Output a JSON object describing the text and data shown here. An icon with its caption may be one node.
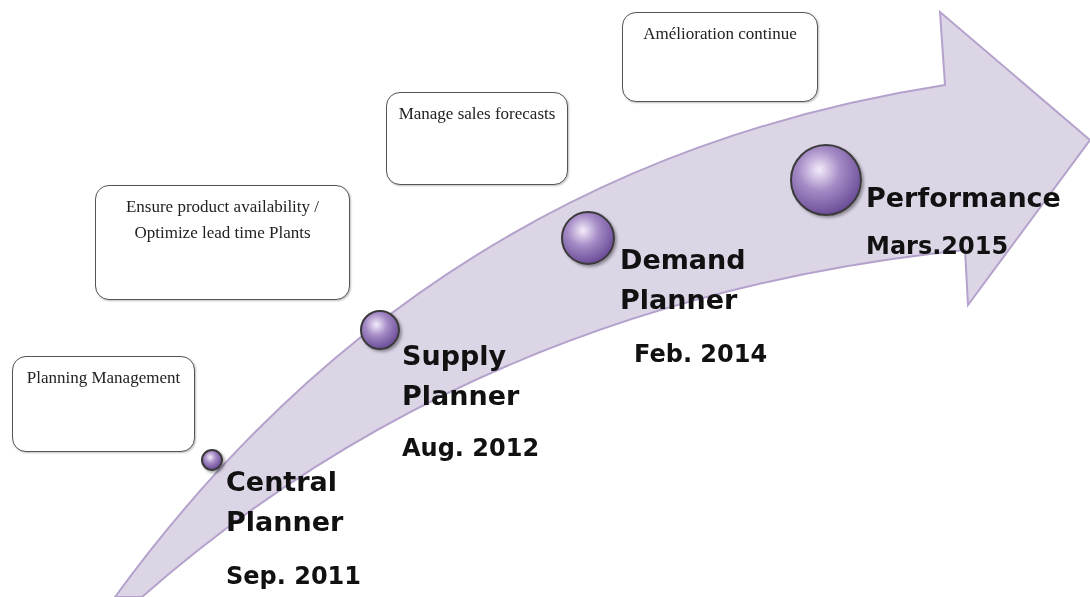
{
  "diagram": {
    "nodes": [
      {
        "text": [
          "Planning Management"
        ]
      },
      {
        "text": [
          "Ensure product availability / Optimize lead time Plants"
        ]
      },
      {
        "text": [
          "Manage sales forecasts"
        ]
      },
      {
        "text": [
          "Amélioration continue"
        ]
      },
      {
        "text": [],
        "shape": "circle",
        "beside": [
          "Central Planner",
          "Sep. 2011"
        ]
      },
      {
        "text": [],
        "shape": "circle",
        "beside": [
          "Supply Planner",
          "Aug. 2012"
        ]
      },
      {
        "text": [],
        "shape": "circle",
        "beside": [
          "Demand Planner",
          "Feb. 2014"
        ]
      },
      {
        "text": [],
        "shape": "circle",
        "beside": [
          "Performance",
          "Mars.2015"
        ]
      }
    ]
  }
}
